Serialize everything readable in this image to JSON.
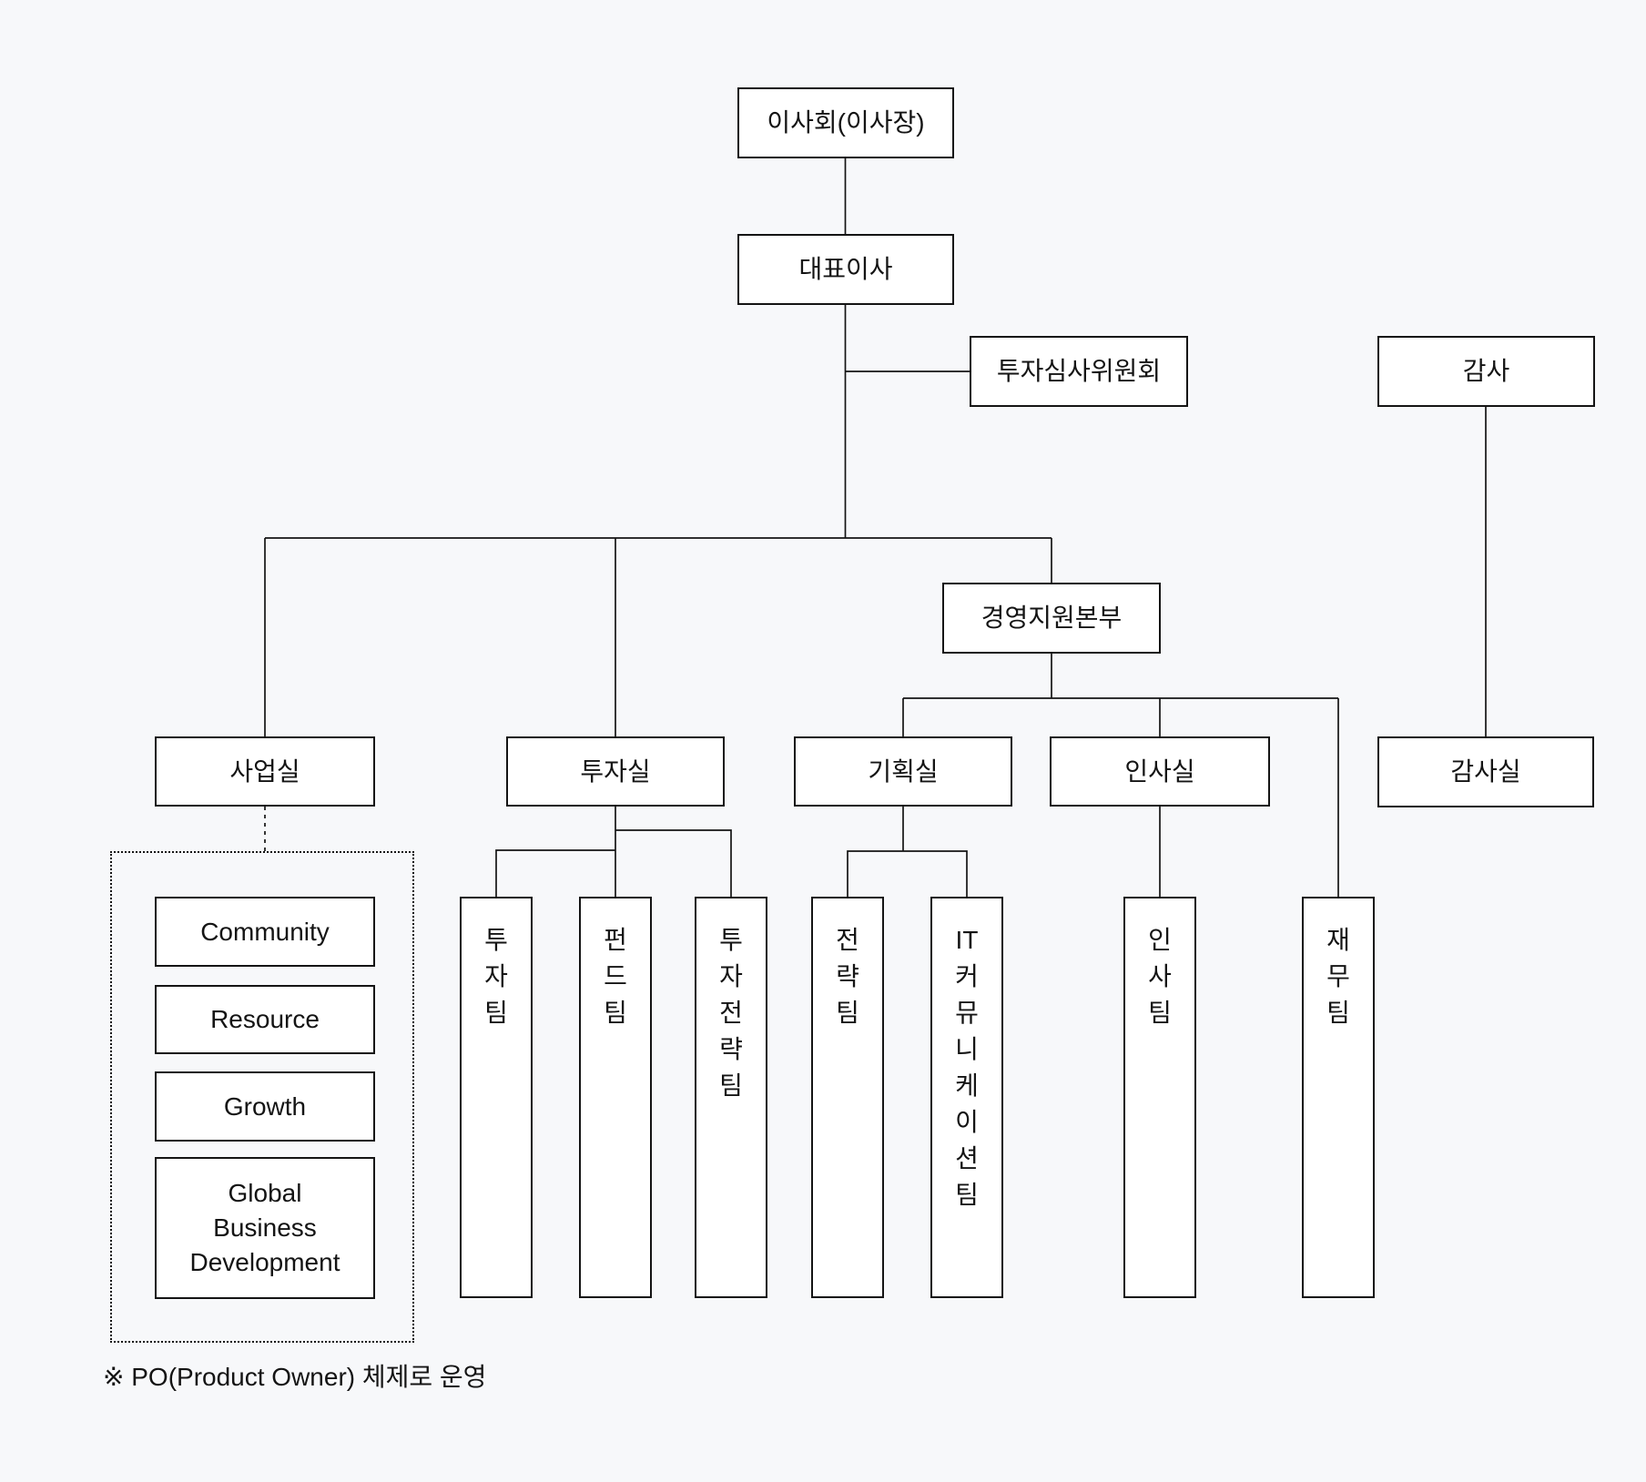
{
  "colors": {
    "background": "#F7F8FA",
    "box_fill": "#FFFFFF",
    "box_border": "#141414",
    "text": "#141414"
  },
  "nodes": {
    "board": "이사회(이사장)",
    "ceo": "대표이사",
    "investment_review_committee": "투자심사위원회",
    "statutory_auditor": "감사",
    "management_support_hq": "경영지원본부",
    "offices": {
      "business": "사업실",
      "investment": "투자실",
      "planning": "기획실",
      "hr": "인사실",
      "audit": "감사실"
    },
    "po_units": [
      "Community",
      "Resource",
      "Growth",
      [
        "Global",
        "Business",
        "Development"
      ]
    ],
    "teams": [
      {
        "name": "투자팀",
        "chars": [
          "투",
          "자",
          "팀"
        ]
      },
      {
        "name": "펀드팀",
        "chars": [
          "펀",
          "드",
          "팀"
        ]
      },
      {
        "name": "투자전략팀",
        "chars": [
          "투",
          "자",
          "전",
          "략",
          "팀"
        ]
      },
      {
        "name": "전략팀",
        "chars": [
          "전",
          "략",
          "팀"
        ]
      },
      {
        "name": "IT커뮤니케이션팀",
        "chars": [
          "IT",
          "커",
          "뮤",
          "니",
          "케",
          "이",
          "션",
          "팀"
        ]
      },
      {
        "name": "인사팀",
        "chars": [
          "인",
          "사",
          "팀"
        ]
      },
      {
        "name": "재무팀",
        "chars": [
          "재",
          "무",
          "팀"
        ]
      }
    ]
  },
  "footnote": "※ PO(Product Owner) 체제로 운영"
}
